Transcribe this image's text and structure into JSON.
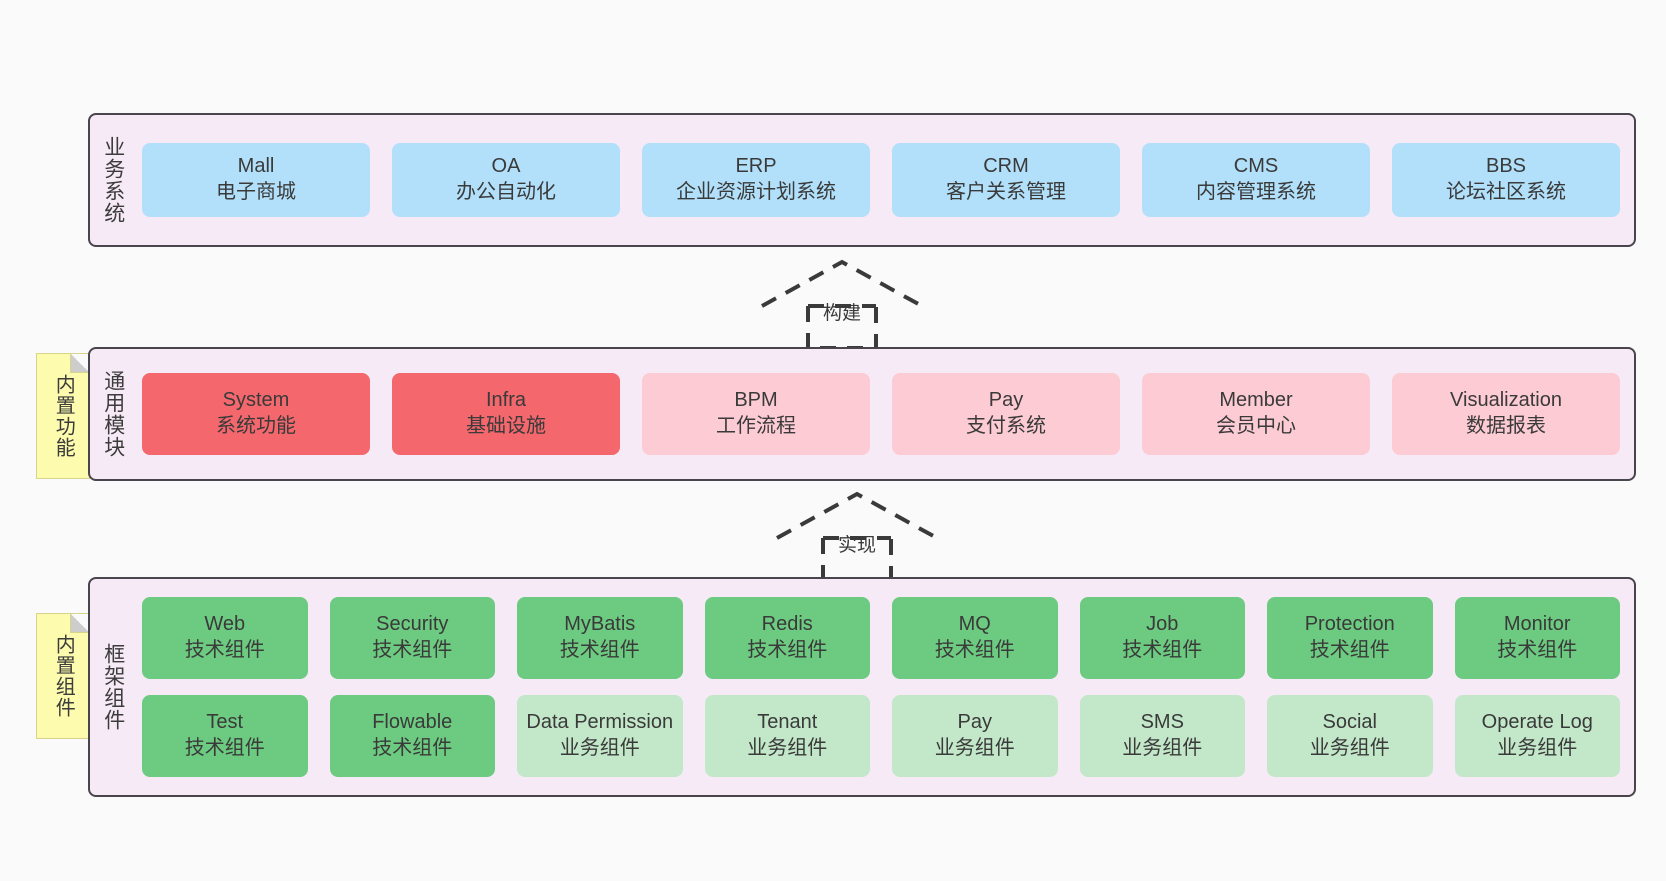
{
  "diagram": {
    "background_color": "#fafafa",
    "panel_color": "#f7eaf7",
    "panel_border_color": "#4a444c",
    "note_color": "#fdfbad"
  },
  "notes": {
    "built_in_functions": "内置功能",
    "built_in_components": "内置组件"
  },
  "connectors": {
    "build": {
      "label": "构建",
      "style": "dashed-generalization-up"
    },
    "implement": {
      "label": "实现",
      "style": "dashed-generalization-up"
    }
  },
  "layers": {
    "business": {
      "title": "业务系统",
      "accent": "#b2e0fa",
      "items": [
        {
          "en": "Mall",
          "cn": "电子商城",
          "color": "#b2e0fa"
        },
        {
          "en": "OA",
          "cn": "办公自动化",
          "color": "#b2e0fa"
        },
        {
          "en": "ERP",
          "cn": "企业资源计划系统",
          "color": "#b2e0fa"
        },
        {
          "en": "CRM",
          "cn": "客户关系管理",
          "color": "#b2e0fa"
        },
        {
          "en": "CMS",
          "cn": "内容管理系统",
          "color": "#b2e0fa"
        },
        {
          "en": "BBS",
          "cn": "论坛社区系统",
          "color": "#b2e0fa"
        }
      ]
    },
    "common": {
      "title": "通用模块",
      "accent": "#f4676d",
      "items": [
        {
          "en": "System",
          "cn": "系统功能",
          "color": "#f4676d"
        },
        {
          "en": "Infra",
          "cn": "基础设施",
          "color": "#f4676d"
        },
        {
          "en": "BPM",
          "cn": "工作流程",
          "color": "#fccbd3"
        },
        {
          "en": "Pay",
          "cn": "支付系统",
          "color": "#fccbd3"
        },
        {
          "en": "Member",
          "cn": "会员中心",
          "color": "#fccbd3"
        },
        {
          "en": "Visualization",
          "cn": "数据报表",
          "color": "#fccbd3"
        }
      ]
    },
    "framework": {
      "title": "框架组件",
      "accent": "#6ccb80",
      "row1": [
        {
          "en": "Web",
          "cn": "技术组件",
          "color": "#6ccb80"
        },
        {
          "en": "Security",
          "cn": "技术组件",
          "color": "#6ccb80"
        },
        {
          "en": "MyBatis",
          "cn": "技术组件",
          "color": "#6ccb80"
        },
        {
          "en": "Redis",
          "cn": "技术组件",
          "color": "#6ccb80"
        },
        {
          "en": "MQ",
          "cn": "技术组件",
          "color": "#6ccb80"
        },
        {
          "en": "Job",
          "cn": "技术组件",
          "color": "#6ccb80"
        },
        {
          "en": "Protection",
          "cn": "技术组件",
          "color": "#6ccb80"
        },
        {
          "en": "Monitor",
          "cn": "技术组件",
          "color": "#6ccb80"
        }
      ],
      "row2": [
        {
          "en": "Test",
          "cn": "技术组件",
          "color": "#6ccb80"
        },
        {
          "en": "Flowable",
          "cn": "技术组件",
          "color": "#6ccb80"
        },
        {
          "en": "Data Permission",
          "cn": "业务组件",
          "color": "#c3e8c9"
        },
        {
          "en": "Tenant",
          "cn": "业务组件",
          "color": "#c3e8c9"
        },
        {
          "en": "Pay",
          "cn": "业务组件",
          "color": "#c3e8c9"
        },
        {
          "en": "SMS",
          "cn": "业务组件",
          "color": "#c3e8c9"
        },
        {
          "en": "Social",
          "cn": "业务组件",
          "color": "#c3e8c9"
        },
        {
          "en": "Operate Log",
          "cn": "业务组件",
          "color": "#c3e8c9"
        }
      ]
    }
  }
}
